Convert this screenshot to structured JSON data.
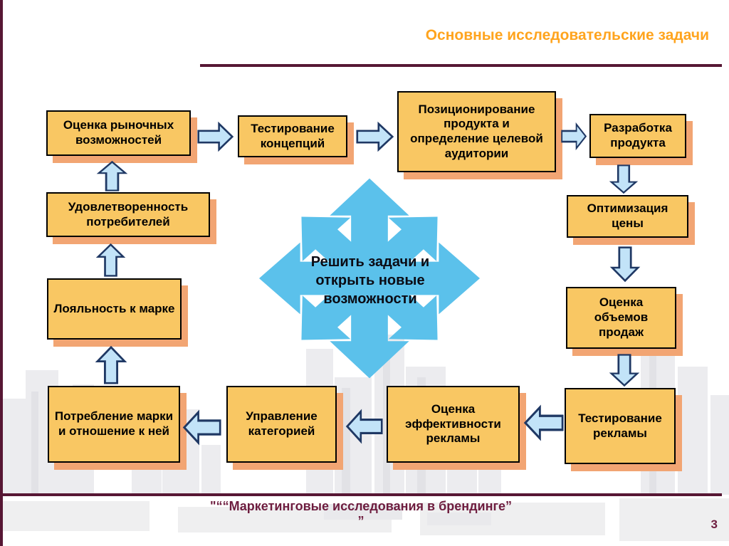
{
  "slide": {
    "title": "Основные исследовательские задачи",
    "page_number": "3",
    "footer": {
      "line1": "\"““Маркетинговые исследования в брендинге”",
      "line2": "”"
    }
  },
  "center_shape": {
    "label": "Решить задачи и открыть новые возможности"
  },
  "boxes": [
    {
      "id": "market-opportunity",
      "label": "Оценка рыночных возможностей"
    },
    {
      "id": "concept-testing",
      "label": "Тестирование концепций"
    },
    {
      "id": "positioning",
      "label": "Позиционирование продукта и определение целевой аудитории"
    },
    {
      "id": "product-development",
      "label": "Разработка продукта"
    },
    {
      "id": "price-optimization",
      "label": "Оптимизация цены"
    },
    {
      "id": "sales-volume",
      "label": "Оценка объемов продаж"
    },
    {
      "id": "ad-testing",
      "label": "Тестирование рекламы"
    },
    {
      "id": "ad-effectiveness",
      "label": "Оценка эффективности рекламы"
    },
    {
      "id": "category-management",
      "label": "Управление категорией"
    },
    {
      "id": "brand-consumption",
      "label": "Потребление марки и отношение к ней"
    },
    {
      "id": "brand-loyalty",
      "label": "Лояльность к марке"
    },
    {
      "id": "customer-satisfaction",
      "label": "Удовлетворенность потребителей"
    }
  ],
  "colors": {
    "accent_orange": "#FFA41E",
    "maroon_rule": "#571734",
    "maroon_text": "#6E1D3F",
    "box_fill": "#F9C763",
    "box_border": "#000000",
    "box_shadow": "#F2A573",
    "arrow_fill": "#C2E3F8",
    "arrow_border": "#1F3864",
    "star_blue": "#5BC1EB"
  }
}
